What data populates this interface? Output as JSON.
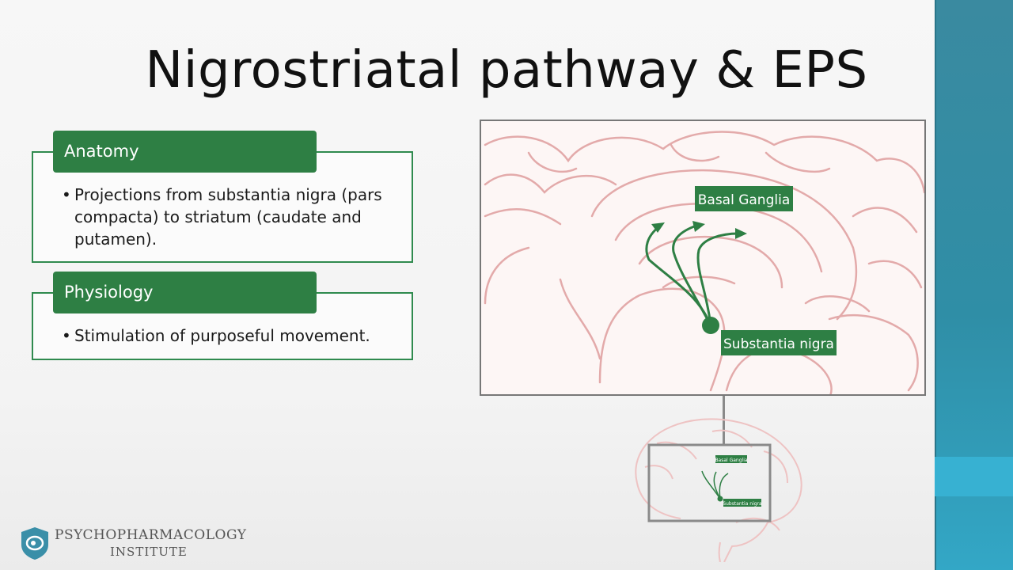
{
  "slide": {
    "title": "Nigrostriatal pathway & EPS"
  },
  "anatomy": {
    "heading": "Anatomy",
    "bullet": "Projections from substantia nigra (pars compacta)  to striatum (caudate and putamen)."
  },
  "physiology": {
    "heading": "Physiology",
    "bullet": "Stimulation of purposeful movement."
  },
  "diagram": {
    "label_basal": "Basal Ganglia",
    "label_nigra": "Substantia nigra",
    "mini_label_basal": "Basal Ganglia",
    "mini_label_nigra": "Substantia nigra"
  },
  "logo": {
    "name": "PSYCHOPHARMACOLOGY",
    "sub": "INSTITUTE"
  },
  "colors": {
    "accent_green": "#2e7f44",
    "sidebar_teal": "#2f8ea6",
    "brain_line": "#e3aaaa"
  }
}
